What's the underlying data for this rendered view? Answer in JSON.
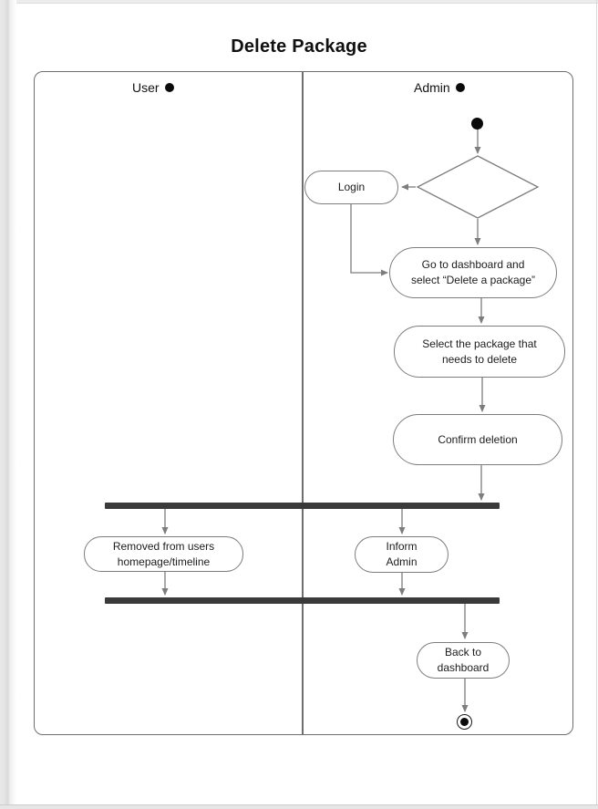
{
  "page": {
    "title": "Delete Package"
  },
  "diagram": {
    "lanes": [
      {
        "label": "User",
        "marker_icon": "filled-circle"
      },
      {
        "label": "Admin",
        "marker_icon": "filled-circle"
      }
    ],
    "nodes": {
      "initial_node_icon": "filled-circle",
      "final_node_icon": "ringed-circle",
      "login": {
        "lines": [
          "Login"
        ]
      },
      "go_dashboard": {
        "lines": [
          "Go to dashboard and",
          "select “Delete a package”"
        ]
      },
      "select_package": {
        "lines": [
          "Select the package that",
          "needs to delete"
        ]
      },
      "confirm_deletion": {
        "lines": [
          "Confirm deletion"
        ]
      },
      "removed_from_users": {
        "lines": [
          "Removed from users",
          "homepage/timeline"
        ]
      },
      "inform_admin": {
        "lines": [
          "Inform",
          "Admin"
        ]
      },
      "back_to_dashboard": {
        "lines": [
          "Back to",
          "dashboard"
        ]
      }
    },
    "colors": {
      "frame_border": "#6e6e6e",
      "node_border": "#7d7d7d",
      "arrow": "#7d7d7d",
      "sync_bar": "#3a3a3a",
      "node_fill": "#ffffff",
      "text": "#1c1c1c"
    }
  }
}
